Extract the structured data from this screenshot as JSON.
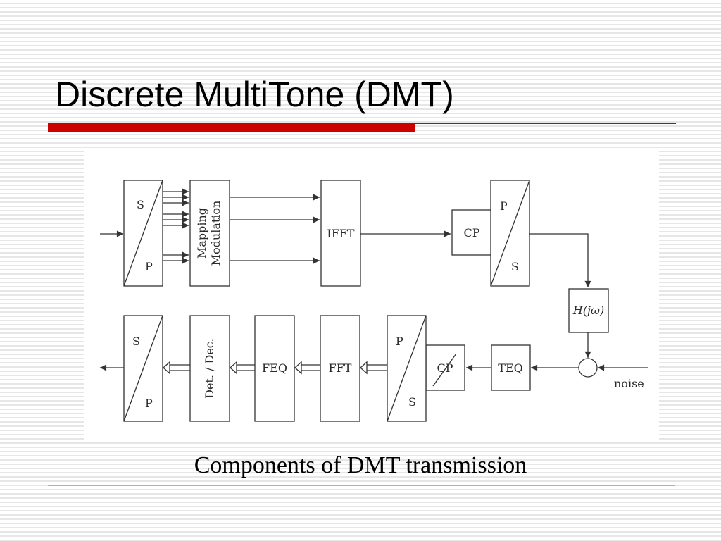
{
  "slide": {
    "title": "Discrete MultiTone (DMT)",
    "caption": "Components of DMT transmission",
    "accent_color": "#cc0000"
  },
  "diagram": {
    "transmitter": {
      "sp_converter": {
        "top_label": "S",
        "bottom_label": "P"
      },
      "mapping_block": {
        "line1": "Mapping",
        "line2": "Modulation"
      },
      "ifft_block": "IFFT",
      "cp_block": "CP",
      "ps_converter": {
        "top_label": "P",
        "bottom_label": "S"
      }
    },
    "channel": {
      "channel_block": "H(jω)",
      "noise_label": "noise"
    },
    "receiver": {
      "teq_block": "TEQ",
      "cp_removal_block": "CP",
      "sp_converter": {
        "top_label": "P",
        "bottom_label": "S"
      },
      "fft_block": "FFT",
      "feq_block": "FEQ",
      "detection_block": "Det. / Dec.",
      "ps_converter": {
        "top_label": "S",
        "bottom_label": "P"
      }
    }
  }
}
